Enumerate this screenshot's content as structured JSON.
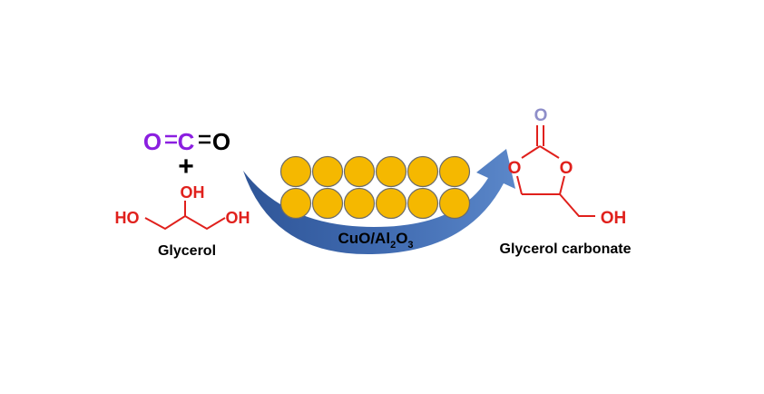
{
  "co2": {
    "atom_left": "O",
    "atom_center": "C",
    "atom_right": "O",
    "plus": "+"
  },
  "glycerol": {
    "oh_top": "OH",
    "oh_left": "HO",
    "oh_right": "OH",
    "name": "Glycerol"
  },
  "catalyst": {
    "label_main": "CuO/Al",
    "sub_1": "2",
    "label_mid": "O",
    "sub_2": "3",
    "particle_rows": 2,
    "particles_per_row": 6
  },
  "product": {
    "carbonyl_o": "O",
    "ring_o_left": "O",
    "ring_o_right": "O",
    "oh_group": "OH",
    "name": "Glycerol carbonate"
  },
  "colors": {
    "co2_oxygen": "#8b1fe0",
    "co2_carbon": "#8b1fe0",
    "co2_oxygen_right": "#000000",
    "glycerol_bonds": "#e0201c",
    "hydroxyl": "#e0201c",
    "particle_fill": "#f5b800",
    "particle_stroke": "#6b6b6b",
    "arrow": "#3f6ab0",
    "product_bonds": "#e0201c",
    "carbonyl_o": "#8e8ec9",
    "text": "#000000"
  }
}
